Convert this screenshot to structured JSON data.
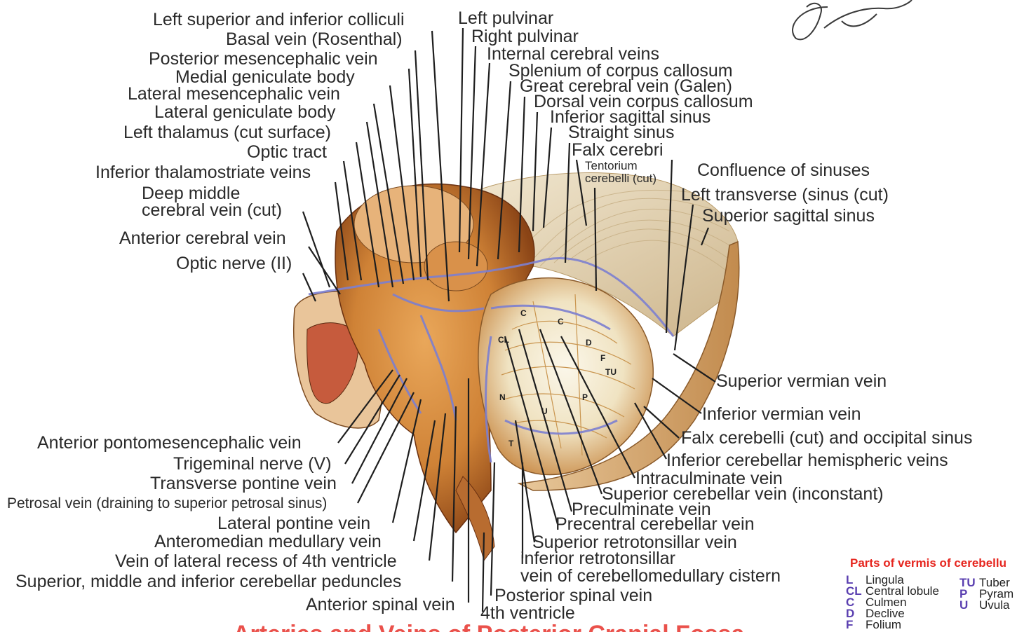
{
  "labels": {
    "left_sup_inf_colliculi": "Left superior and inferior colliculi",
    "basal_vein": "Basal vein (Rosenthal)",
    "post_mesencephalic_vein": "Posterior mesencephalic vein",
    "medial_geniculate": "Medial geniculate body",
    "lat_mesencephalic_vein": "Lateral mesencephalic vein",
    "lat_geniculate": "Lateral geniculate body",
    "left_thalamus": "Left thalamus (cut surface)",
    "optic_tract": "Optic tract",
    "inf_thalamostriate": "Inferior thalamostriate veins",
    "deep_middle_1": "Deep middle",
    "deep_middle_2": "cerebral vein (cut)",
    "ant_cerebral_vein": "Anterior cerebral vein",
    "optic_nerve": "Optic nerve (II)",
    "left_pulvinar": "Left pulvinar",
    "right_pulvinar": "Right pulvinar",
    "internal_cerebral": "Internal cerebral veins",
    "splenium": "Splenium of corpus callosum",
    "great_cerebral": "Great cerebral vein (Galen)",
    "dorsal_vein_cc": "Dorsal vein corpus callosum",
    "inf_sagittal": "Inferior sagittal sinus",
    "straight_sinus": "Straight sinus",
    "falx_cerebri": "Falx cerebri",
    "tentorium_1": "Tentorium",
    "tentorium_2": "cerebelli (cut)",
    "confluence": "Confluence of sinuses",
    "left_transverse": "Left transverse (sinus (cut)",
    "sup_sagittal": "Superior sagittal sinus",
    "sup_vermian": "Superior vermian vein",
    "inf_vermian": "Inferior vermian vein",
    "falx_cerebelli": "Falx cerebelli (cut) and occipital sinus",
    "inf_cerebellar_hemi": "Inferior cerebellar hemispheric veins",
    "intraculminate": "Intraculminate vein",
    "sup_cerebellar": "Superior cerebellar vein (inconstant)",
    "preculminate": "Preculminate vein",
    "precentral": "Precentral cerebellar vein",
    "sup_retrotonsillar": "Superior retrotonsillar vein",
    "inf_retrotonsillar": "inferior retrotonsillar",
    "vein_cerebellomedullary": "vein of cerebellomedullary cistern",
    "post_spinal": "Posterior spinal vein",
    "fourth_ventricle": "4th ventricle",
    "ant_spinal": "Anterior spinal vein",
    "sup_mid_inf_peduncles": "Superior, middle and inferior cerebellar peduncles",
    "vein_lat_recess": "Vein of lateral recess of 4th ventricle",
    "anteromedian_medullary": "Anteromedian medullary vein",
    "lat_pontine": "Lateral pontine vein",
    "petrosal": "Petrosal vein (draining to superior petrosal sinus)",
    "transverse_pontine": "Transverse pontine vein",
    "trigeminal": "Trigeminal nerve (V)",
    "ant_pontomesencephalic": "Anterior pontomesencephalic vein"
  },
  "vermis_letters": {
    "c1": "C",
    "c2": "C",
    "cl": "CL",
    "d": "D",
    "f": "F",
    "tu": "TU",
    "n": "N",
    "u": "U",
    "p": "P",
    "t": "T"
  },
  "legend": {
    "title": "Parts of vermis of cerebellu",
    "col1": [
      {
        "abbr": "L",
        "name": "Lingula"
      },
      {
        "abbr": "CL",
        "name": "Central lobule"
      },
      {
        "abbr": "C",
        "name": "Culmen"
      },
      {
        "abbr": "D",
        "name": "Declive"
      },
      {
        "abbr": "F",
        "name": "Folium"
      }
    ],
    "col2": [
      {
        "abbr": "TU",
        "name": "Tuber"
      },
      {
        "abbr": "P",
        "name": "Pyram"
      },
      {
        "abbr": "U",
        "name": "Uvula"
      }
    ]
  },
  "bottom_title": "Arteries and Veins of Posterior Cranial Fossa",
  "colors": {
    "tissue_orange": "#d9903f",
    "tissue_dark": "#a8551c",
    "vein_blue": "#7c7fd0",
    "falx_cream": "#e9dcc0",
    "cerebellum_white": "#f6f1e2",
    "legend_red": "#e6261f",
    "legend_purple": "#5a3fb0"
  }
}
